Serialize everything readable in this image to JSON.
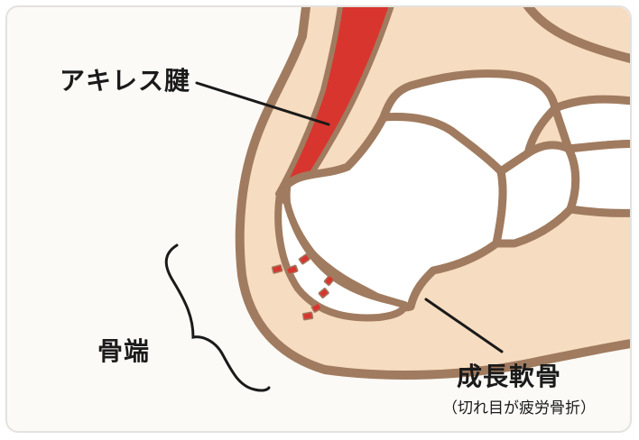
{
  "labels": {
    "achilles_tendon": "アキレス腱",
    "bone_end": "骨端",
    "growth_cartilage": "成長軟骨",
    "growth_cartilage_note": "（切れ目が疲労骨折）"
  },
  "colors": {
    "background": "#fbfaf7",
    "skin": "#f6dcc0",
    "outline": "#a07b5f",
    "tendon": "#d8352f",
    "bone": "#ffffff",
    "leader_line": "#1a1a1a",
    "fracture": "#d8352f"
  }
}
